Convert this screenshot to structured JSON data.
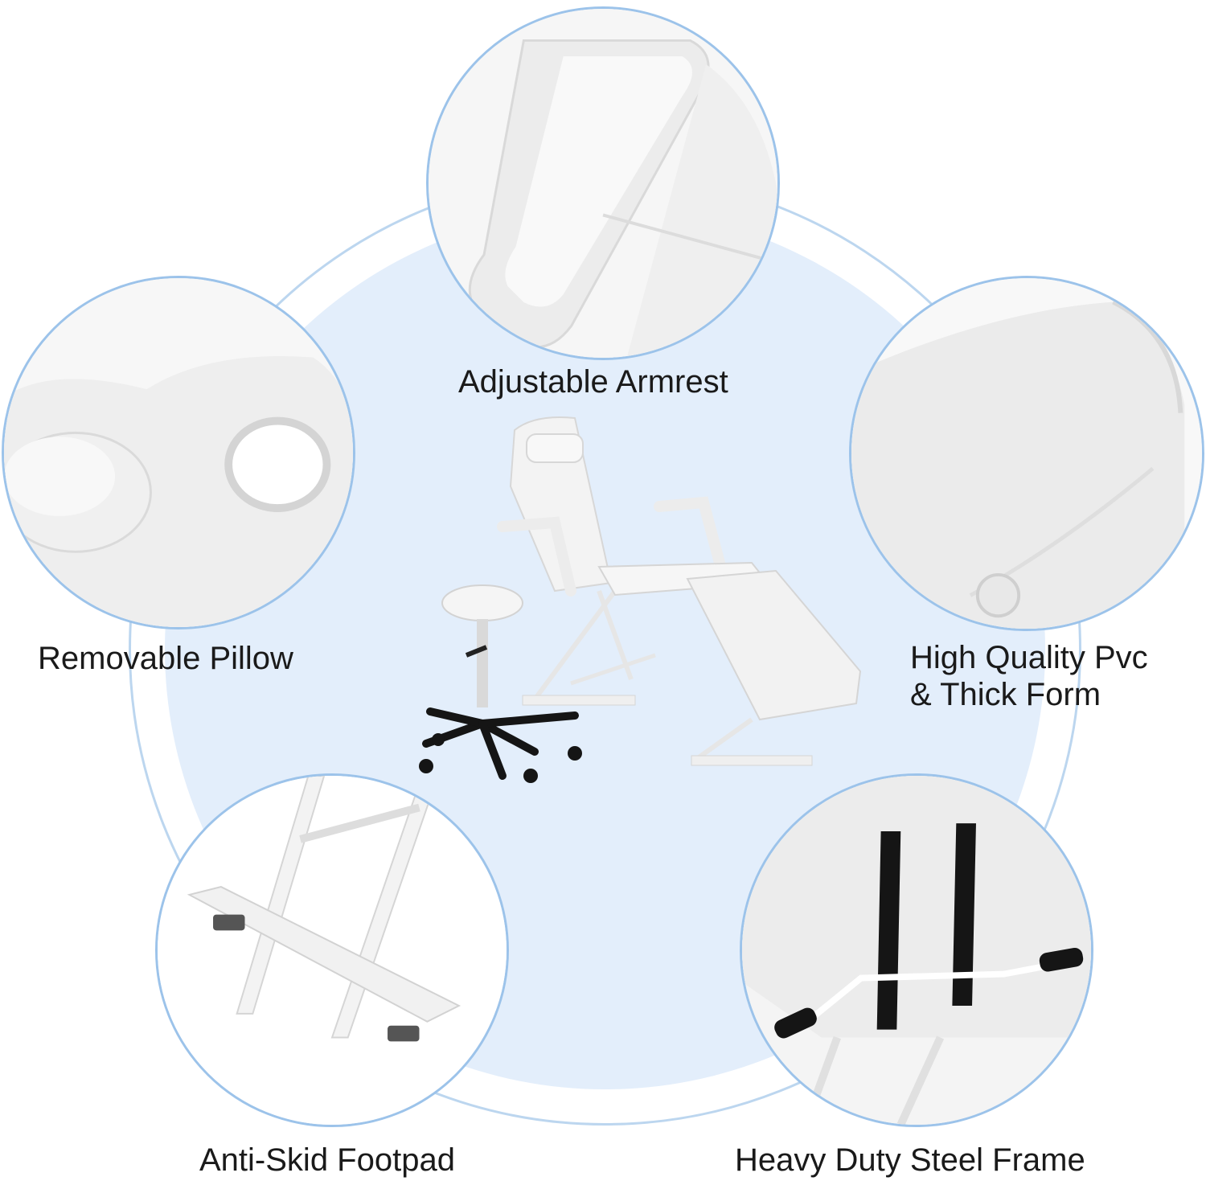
{
  "features": {
    "armrest": "Adjustable Armrest",
    "pillow": "Removable Pillow",
    "pvc_line1": "High Quality Pvc",
    "pvc_line2": "& Thick Form",
    "footpad": "Anti-Skid Footpad",
    "frame": "Heavy Duty Steel Frame"
  },
  "colors": {
    "accent_ring": "#9cc3ea",
    "background_disc": "#e3eefb",
    "upholstery": "#f4f4f4",
    "frame_black": "#151515"
  }
}
